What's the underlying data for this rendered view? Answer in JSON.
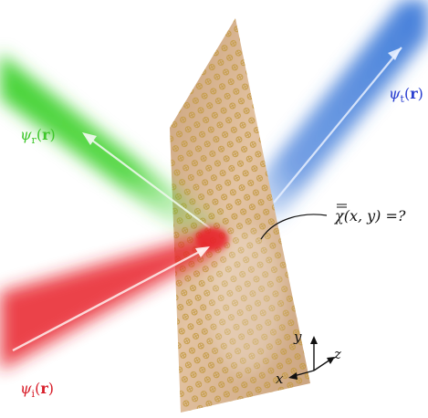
{
  "labels": {
    "incident": {
      "psi": "ψ",
      "sub": "i",
      "open": "(",
      "r": "r",
      "close": ")"
    },
    "reflected": {
      "psi": "ψ",
      "sub": "r",
      "open": "(",
      "r": "r",
      "close": ")"
    },
    "transmitted": {
      "psi": "ψ",
      "sub": "t",
      "open": "(",
      "r": "r",
      "close": ")"
    },
    "susceptibility": "χ(x, y) =?",
    "axis_x": "x",
    "axis_y": "y",
    "axis_z": "z"
  },
  "colors": {
    "incident_beam": "#e8202a",
    "reflected_beam": "#3dd12b",
    "transmitted_beam": "#3a78d8",
    "incident_label": "#d81e2a",
    "reflected_label": "#3fc62c",
    "transmitted_label": "#2a3fd0",
    "metasurface": "#d8b58f",
    "meta_atom": "#c9a24e"
  }
}
